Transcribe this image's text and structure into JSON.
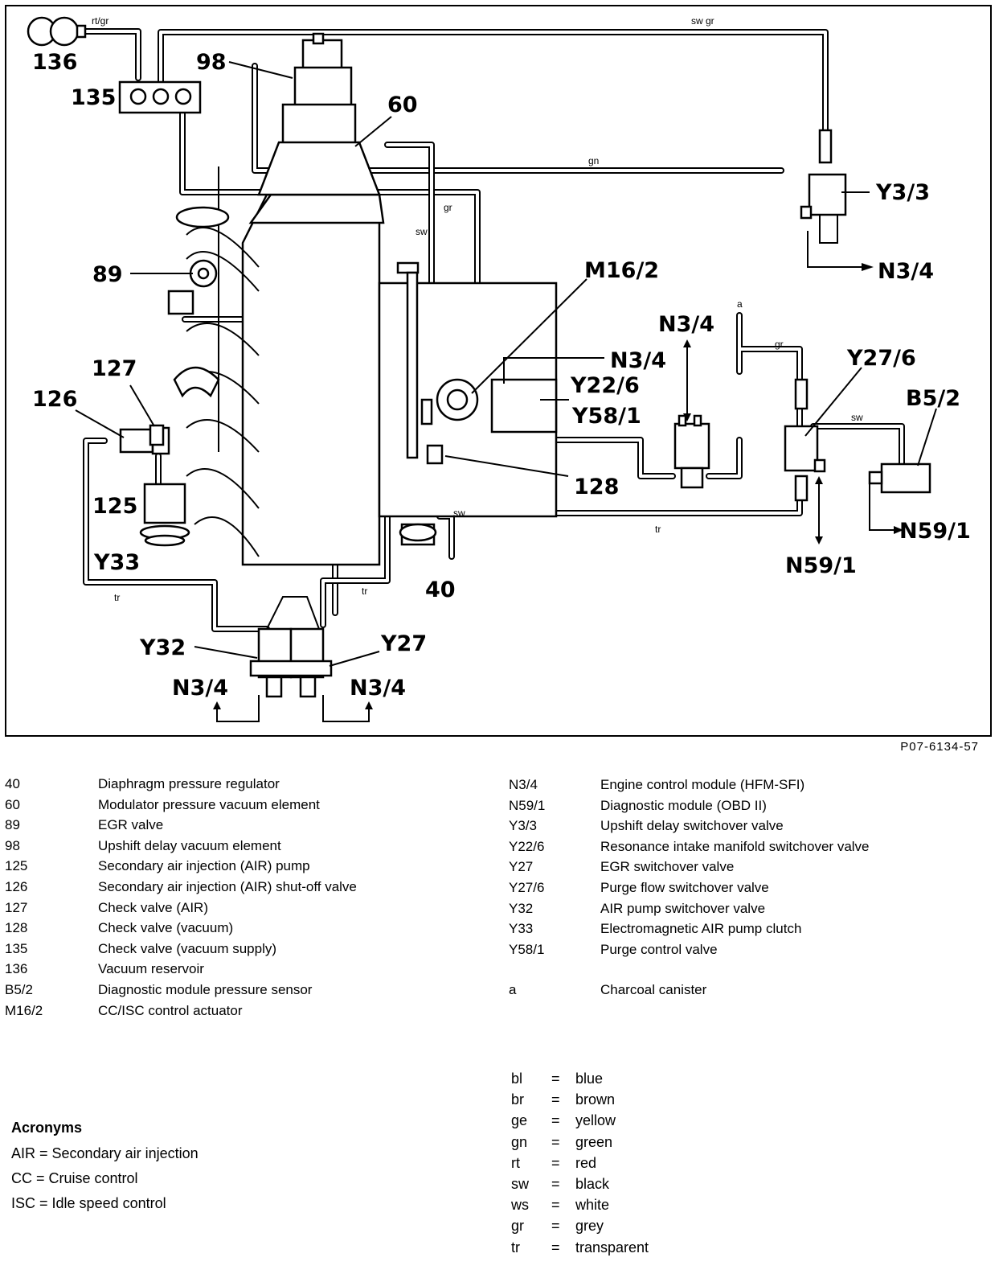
{
  "diagram": {
    "figure_code": "P07-6134-57",
    "labels": {
      "l136": "136",
      "l135": "135",
      "l98": "98",
      "l60": "60",
      "l89": "89",
      "l127": "127",
      "l126": "126",
      "l125": "125",
      "lY33": "Y33",
      "lY32": "Y32",
      "lY27": "Y27",
      "lN34_bl": "N3/4",
      "lN34_br": "N3/4",
      "l40": "40",
      "l128": "128",
      "lM162": "M16/2",
      "lN34_mid": "N3/4",
      "lY226": "Y22/6",
      "lN34_top": "N3/4",
      "lY581": "Y58/1",
      "lY33_3": "Y3/3",
      "lN34_y33": "N3/4",
      "lY276": "Y27/6",
      "lB52": "B5/2",
      "lN591_r": "N59/1",
      "lN591_b": "N59/1",
      "la": "a"
    },
    "wire_codes": {
      "rt_gr": "rt/gr",
      "sw_gr": "sw gr",
      "gn": "gn",
      "gr1": "gr",
      "sw1": "sw",
      "gr2": "gr",
      "sw2": "sw",
      "sw3": "sw",
      "tr1": "tr",
      "tr2": "tr",
      "tr3": "tr"
    }
  },
  "components": [
    {
      "code": "40",
      "desc": "Diaphragm pressure regulator"
    },
    {
      "code": "60",
      "desc": "Modulator pressure vacuum element"
    },
    {
      "code": "89",
      "desc": "EGR valve"
    },
    {
      "code": "98",
      "desc": "Upshift delay vacuum element"
    },
    {
      "code": "125",
      "desc": "Secondary air injection (AIR) pump"
    },
    {
      "code": "126",
      "desc": "Secondary air injection (AIR) shut-off valve"
    },
    {
      "code": "127",
      "desc": "Check valve (AIR)"
    },
    {
      "code": "128",
      "desc": "Check valve (vacuum)"
    },
    {
      "code": "135",
      "desc": "Check valve (vacuum supply)"
    },
    {
      "code": "136",
      "desc": "Vacuum reservoir"
    },
    {
      "code": "B5/2",
      "desc": "Diagnostic module pressure sensor"
    },
    {
      "code": "M16/2",
      "desc": "CC/ISC control actuator"
    }
  ],
  "components_right": [
    {
      "code": "N3/4",
      "desc": "Engine control module (HFM-SFI)"
    },
    {
      "code": "N59/1",
      "desc": "Diagnostic module (OBD II)"
    },
    {
      "code": "Y3/3",
      "desc": "Upshift delay switchover valve"
    },
    {
      "code": "Y22/6",
      "desc": "Resonance intake manifold switchover valve"
    },
    {
      "code": "Y27",
      "desc": "EGR switchover valve"
    },
    {
      "code": "Y27/6",
      "desc": "Purge flow switchover valve"
    },
    {
      "code": "Y32",
      "desc": "AIR pump switchover valve"
    },
    {
      "code": "Y33",
      "desc": "Electromagnetic AIR pump clutch"
    },
    {
      "code": "Y58/1",
      "desc": "Purge control valve"
    }
  ],
  "component_extra": {
    "code": "a",
    "desc": "Charcoal canister"
  },
  "acronyms": {
    "title": "Acronyms",
    "items": [
      {
        "abbr": "AIR",
        "desc": "Secondary air injection"
      },
      {
        "abbr": "CC",
        "desc": "Cruise control"
      },
      {
        "abbr": "ISC",
        "desc": "Idle speed control"
      }
    ]
  },
  "colors": [
    {
      "abbr": "bl",
      "name": "blue"
    },
    {
      "abbr": "br",
      "name": "brown"
    },
    {
      "abbr": "ge",
      "name": "yellow"
    },
    {
      "abbr": "gn",
      "name": "green"
    },
    {
      "abbr": "rt",
      "name": "red"
    },
    {
      "abbr": "sw",
      "name": "black"
    },
    {
      "abbr": "ws",
      "name": "white"
    },
    {
      "abbr": "gr",
      "name": "grey"
    },
    {
      "abbr": "tr",
      "name": "transparent"
    }
  ]
}
